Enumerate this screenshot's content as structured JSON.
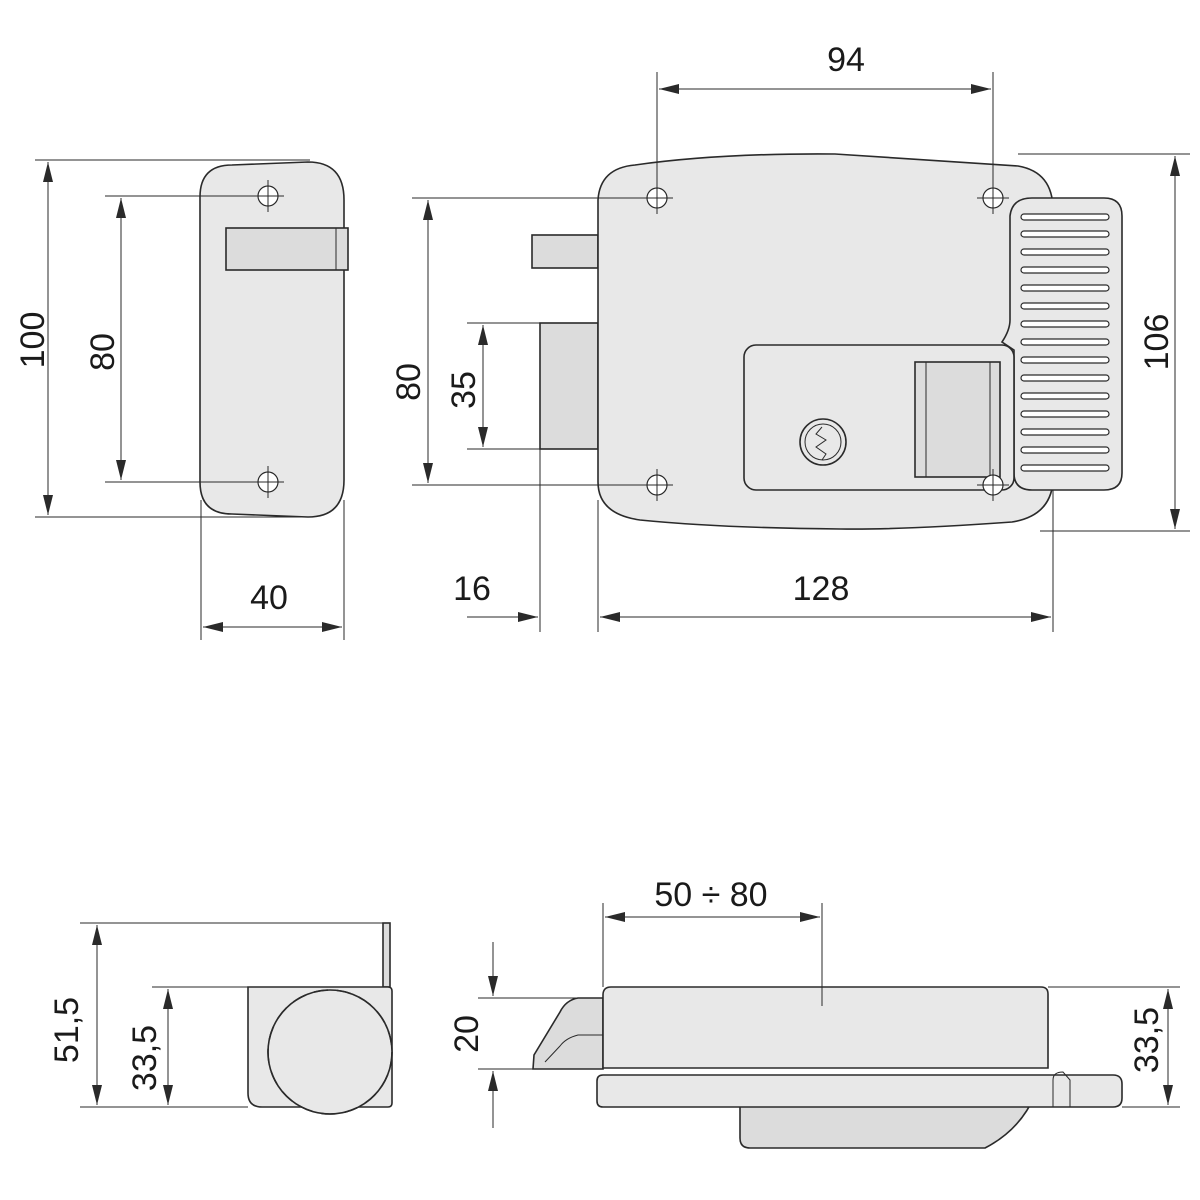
{
  "views": {
    "side": {
      "height": "100",
      "hole_spacing": "80",
      "width": "40"
    },
    "front": {
      "hole_spacing_h": "94",
      "hole_spacing_v": "80",
      "bolt_height": "35",
      "height": "106",
      "bolt_offset": "16",
      "width": "128"
    },
    "end": {
      "total_depth": "51,5",
      "body_depth": "33,5"
    },
    "top": {
      "bolt_throw": "50 ÷ 80",
      "bolt_depth": "20",
      "body_depth": "33,5"
    }
  }
}
